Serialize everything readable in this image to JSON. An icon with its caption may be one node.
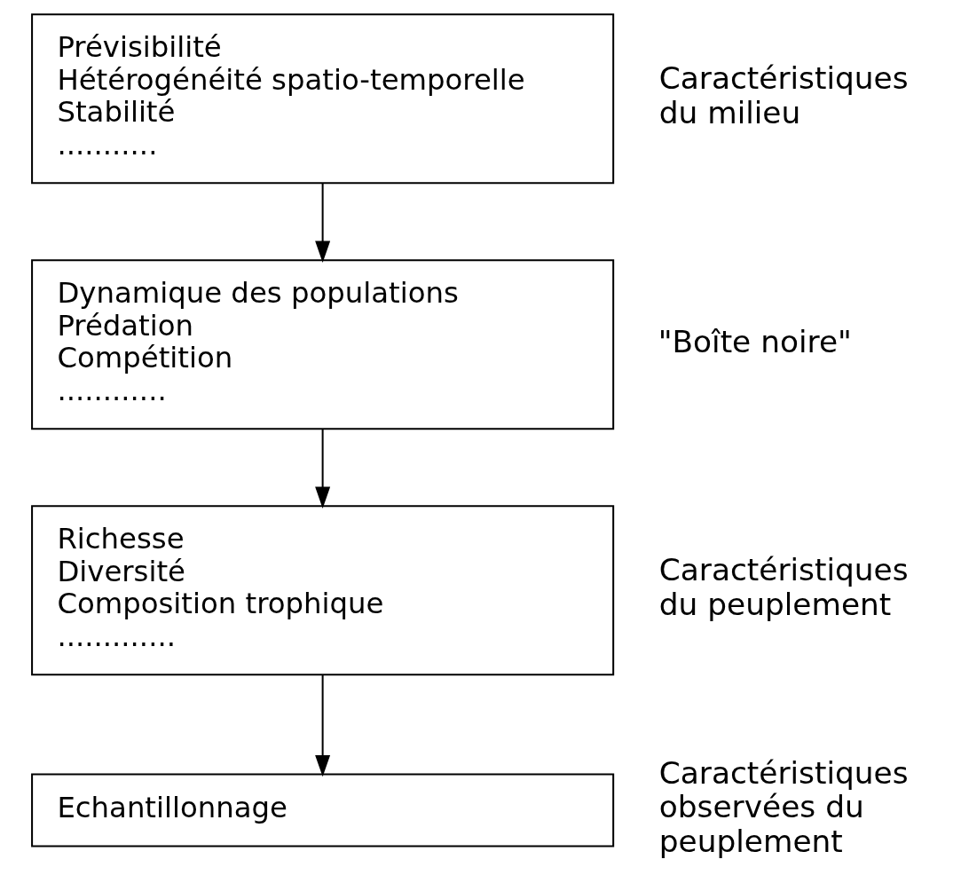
{
  "diagram": {
    "nodes": [
      {
        "text": [
          "Prévisibilité",
          "Hétérogénéité spatio-temporelle",
          "Stabilité",
          "..........."
        ],
        "beside": [
          "Caractéristiques du milieu"
        ]
      },
      {
        "text": [
          "Dynamique des populations",
          "Prédation",
          "Compétition",
          "............"
        ],
        "beside": [
          "\"Boîte noire\""
        ]
      },
      {
        "text": [
          "Richesse",
          "Diversité",
          "Composition trophique",
          "............."
        ],
        "beside": [
          "Caractéristiques du peuplement"
        ]
      },
      {
        "text": [
          "Echantillonnage"
        ],
        "beside": [
          "Caractéristiques observées du peuplement"
        ]
      }
    ],
    "edges": [
      {
        "from": 0,
        "to": 1,
        "arrow": "to"
      },
      {
        "from": 1,
        "to": 2,
        "arrow": "to"
      },
      {
        "from": 2,
        "to": 3,
        "arrow": "to"
      }
    ]
  }
}
